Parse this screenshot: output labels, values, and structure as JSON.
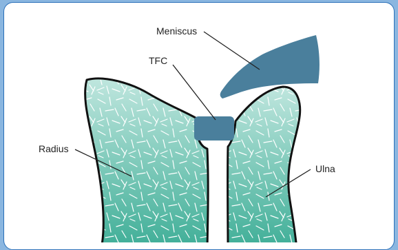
{
  "diagram": {
    "labels": {
      "meniscus": "Meniscus",
      "tfc": "TFC",
      "radius": "Radius",
      "ulna": "Ulna"
    },
    "colors": {
      "background": "#8ab6e0",
      "panel": "#ffffff",
      "panel_border": "#2a6fb8",
      "bone_light": "#bfe6de",
      "bone_dark": "#3fae97",
      "bone_outline": "#111111",
      "cartilage": "#4a7f9c",
      "texture": "#ffffff",
      "leader_line": "#222222"
    }
  }
}
